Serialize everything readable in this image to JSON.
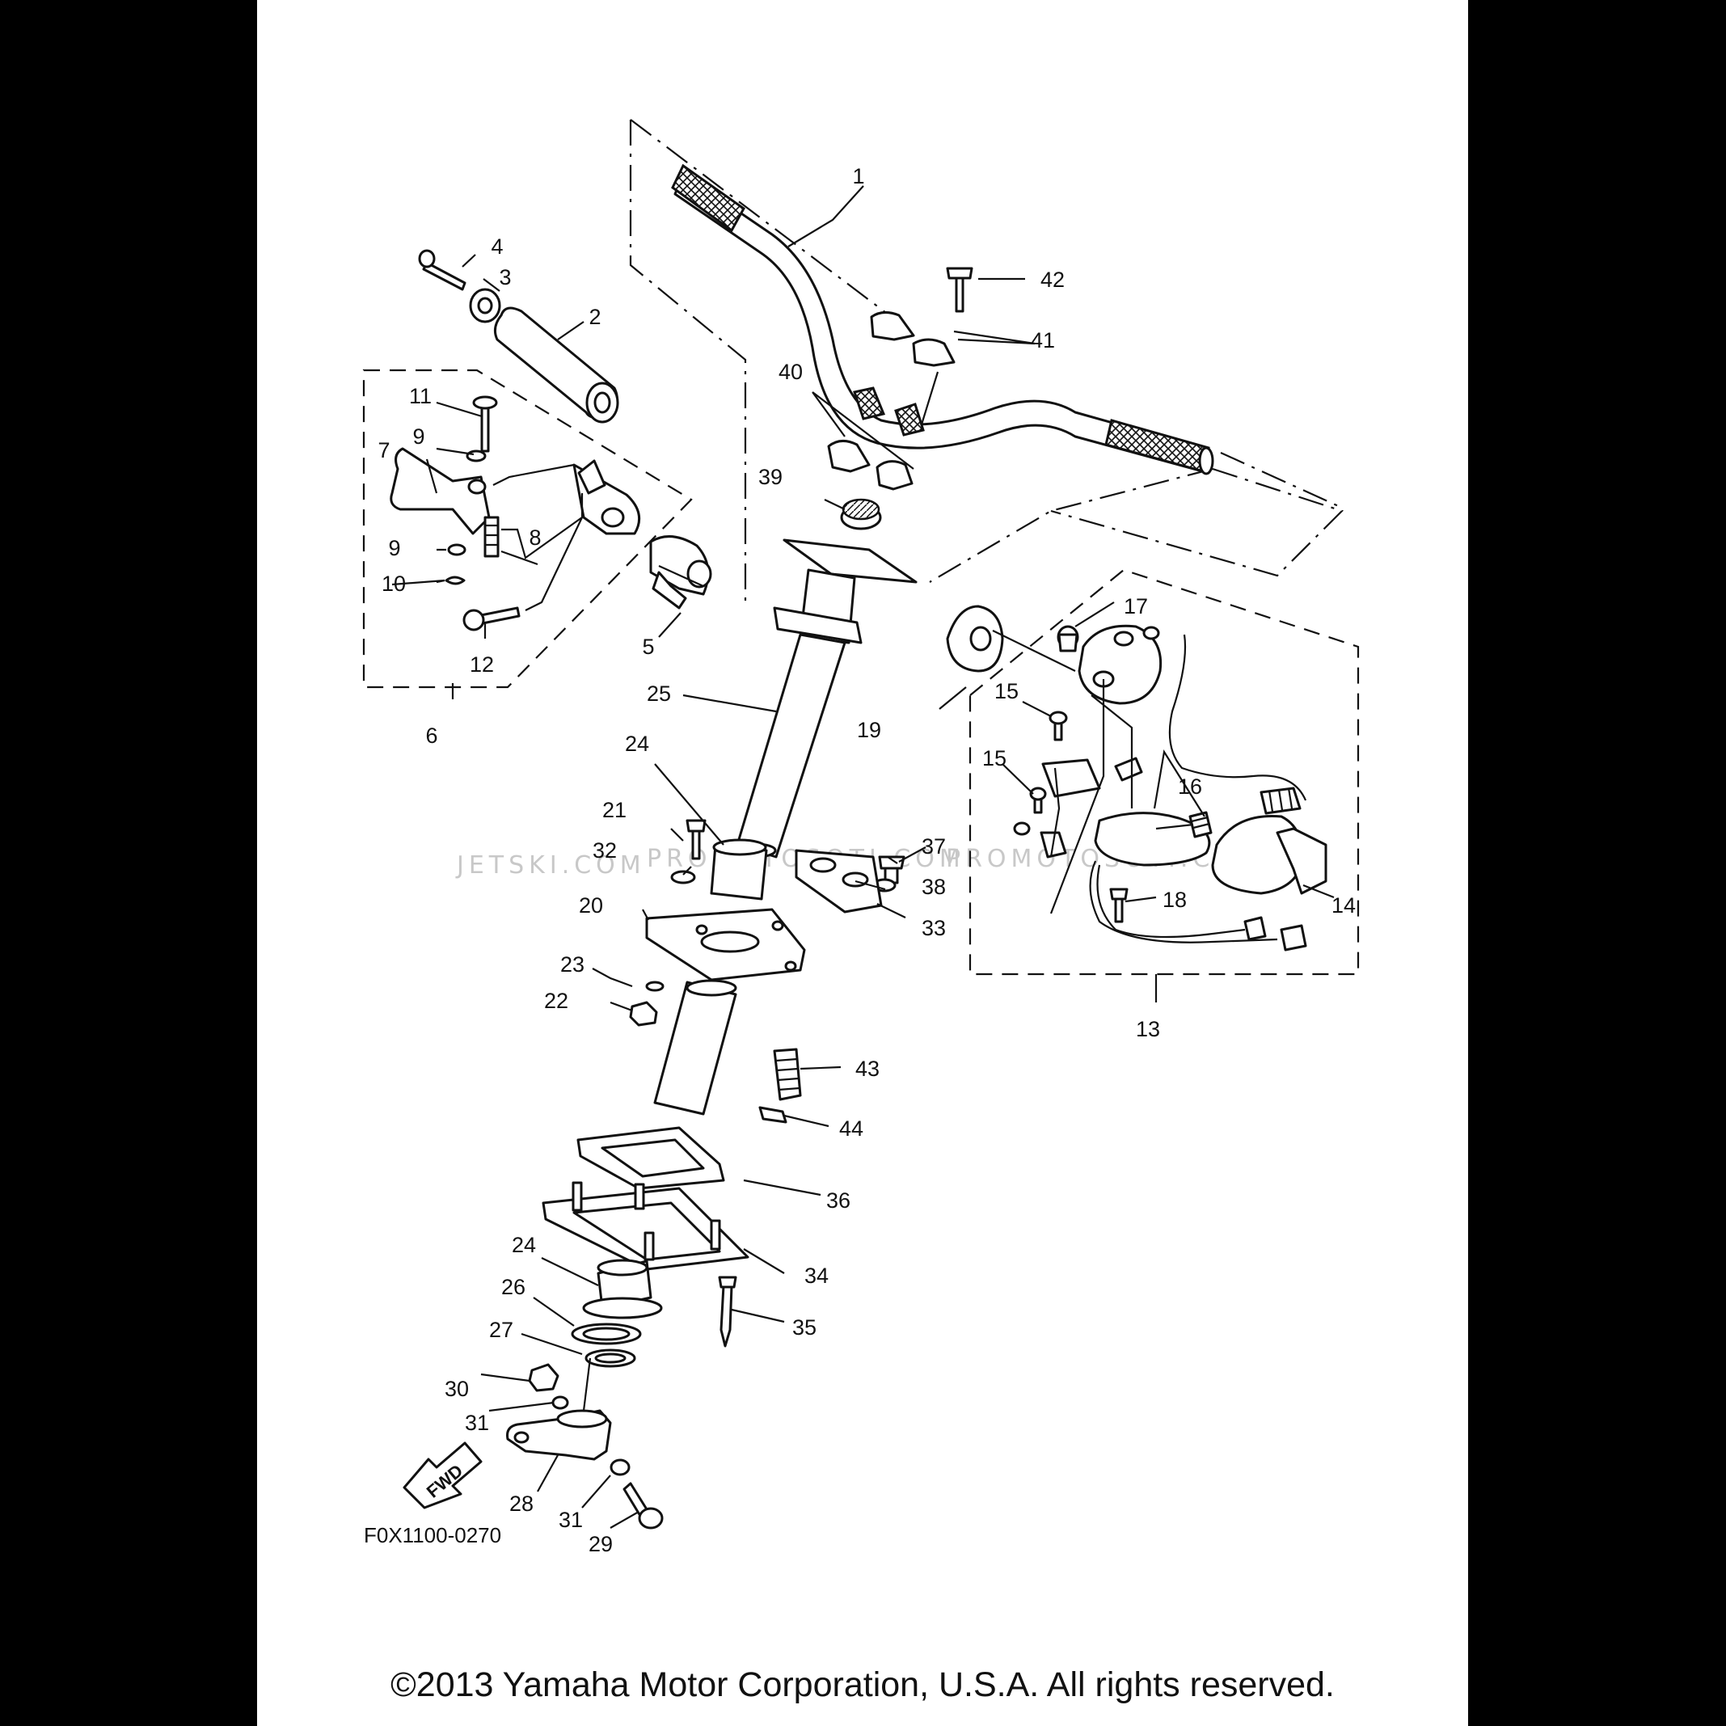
{
  "diagram_code": "F0X1100-0270",
  "fwd_label": "FWD",
  "watermark": [
    "JETSKI.COM",
    "PROMOTOSOTI.COM",
    "PROMOTOSOTI.COM"
  ],
  "copyright": "©2013 Yamaha Motor Corporation, U.S.A. All rights reserved.",
  "callouts": [
    "1",
    "2",
    "3",
    "4",
    "5",
    "6",
    "7",
    "8",
    "9",
    "9",
    "10",
    "11",
    "12",
    "13",
    "14",
    "15",
    "15",
    "16",
    "17",
    "18",
    "19",
    "20",
    "21",
    "22",
    "23",
    "24",
    "24",
    "25",
    "26",
    "27",
    "28",
    "29",
    "30",
    "31",
    "31",
    "32",
    "33",
    "34",
    "35",
    "36",
    "37",
    "38",
    "39",
    "40",
    "41",
    "42",
    "43",
    "44"
  ]
}
